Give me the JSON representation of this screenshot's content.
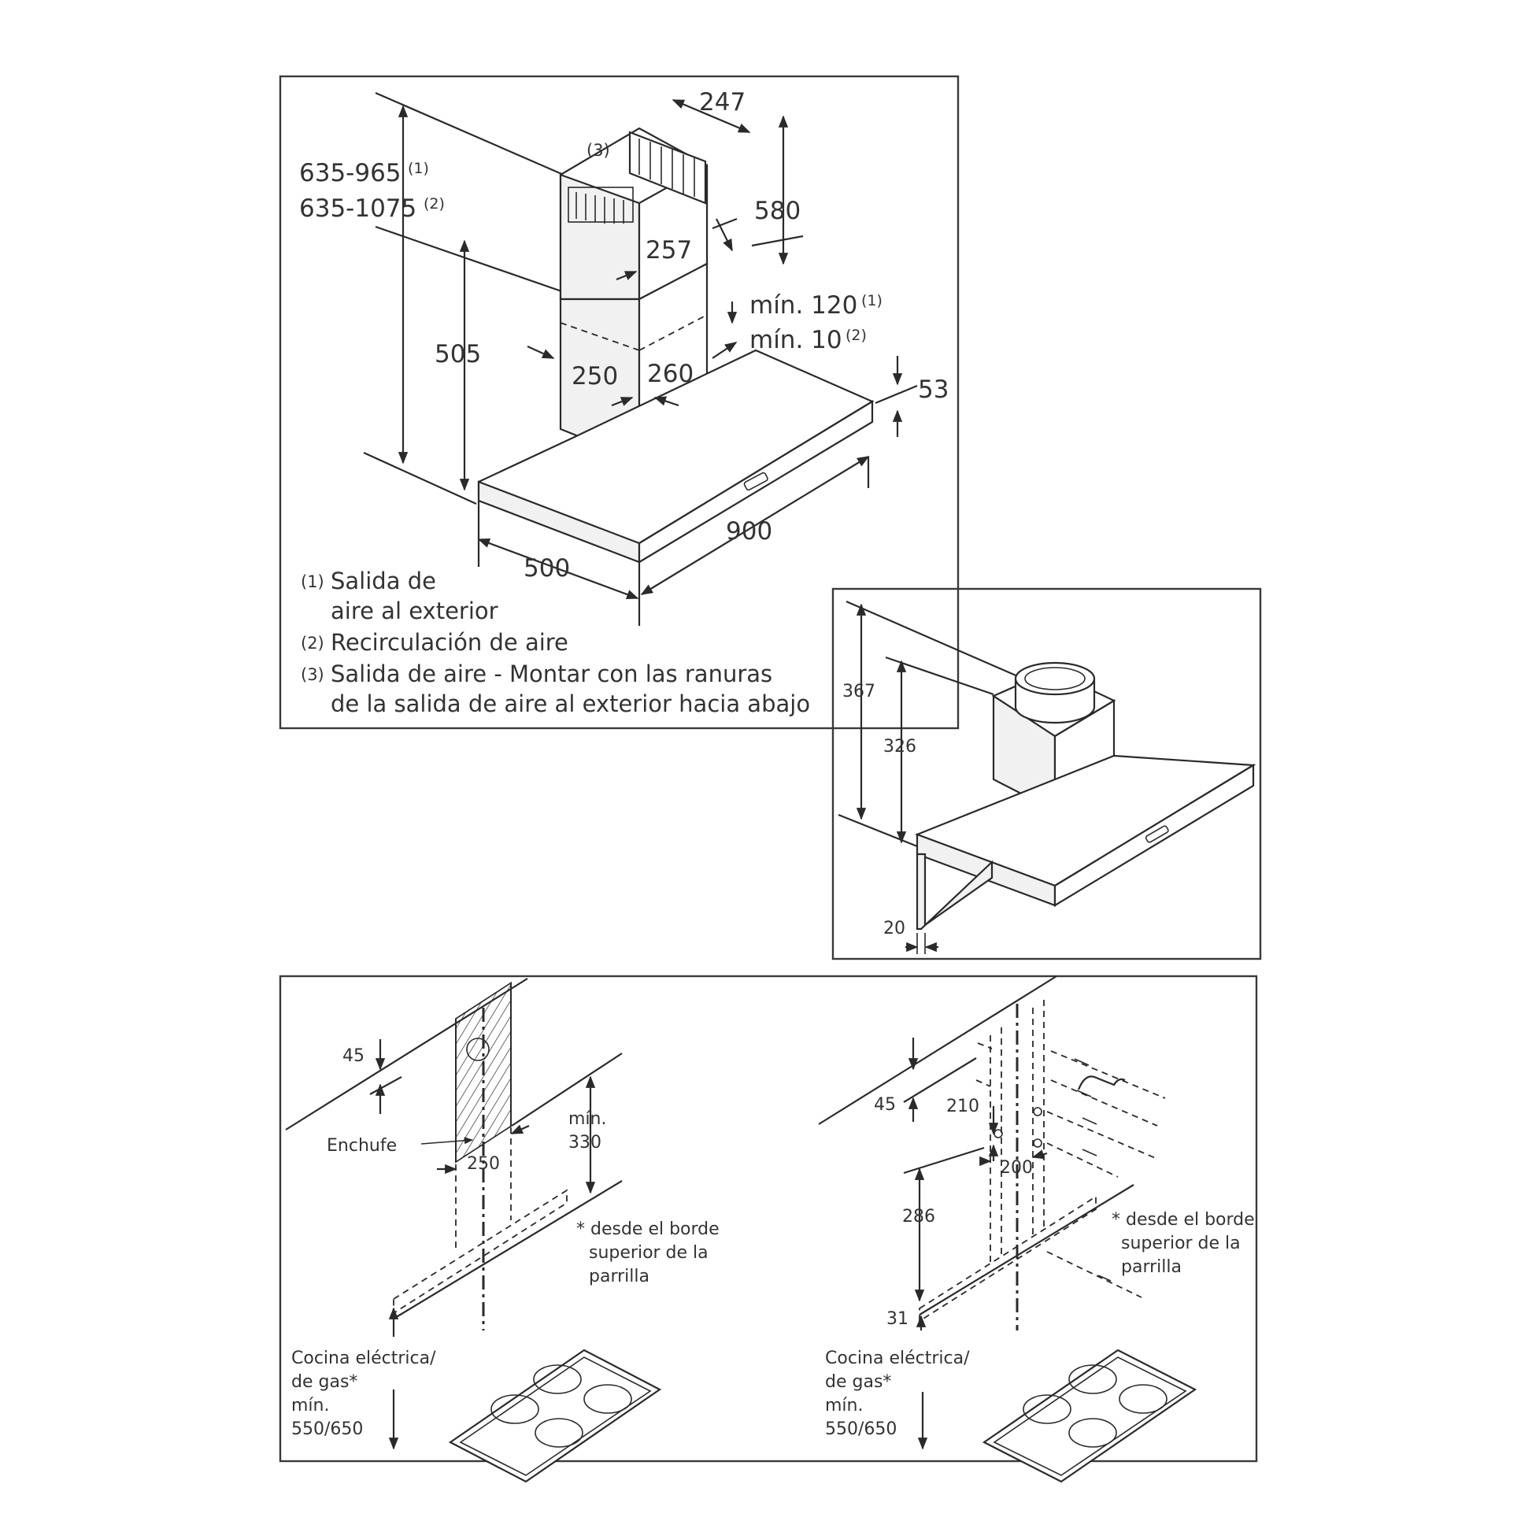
{
  "top_panel": {
    "height_range_1": "635-965",
    "height_range_1_ref": "(1)",
    "height_range_2": "635-1075",
    "height_range_2_ref": "(2)",
    "dim_247": "247",
    "dim_580": "580",
    "dim_257": "257",
    "ref_3": "(3)",
    "dim_505": "505",
    "dim_250": "250",
    "dim_260": "260",
    "min_120": "mín. 120",
    "min_120_ref": "(1)",
    "min_10": "mín. 10",
    "min_10_ref": "(2)",
    "dim_53": "53",
    "dim_900": "900",
    "dim_500": "500",
    "legend": [
      {
        "ref": "(1)",
        "line1": "Salida de",
        "line2": "aire al exterior"
      },
      {
        "ref": "(2)",
        "line1": "Recirculación de aire"
      },
      {
        "ref": "(3)",
        "line1": "Salida de aire - Montar con las ranuras",
        "line2": "de la salida de aire al exterior hacia abajo"
      }
    ]
  },
  "inset_panel": {
    "dim_367": "367",
    "dim_326": "326",
    "dim_20": "20"
  },
  "bottom_left": {
    "dim_45": "45",
    "socket_label": "Enchufe",
    "dim_250": "250",
    "min_label": "mín.",
    "min_value": "330",
    "footnote": [
      "* desde el borde",
      "superior de la",
      "parrilla"
    ],
    "cooker": [
      "Cocina eléctrica/",
      "de gas*",
      "mín.",
      "550/650"
    ]
  },
  "bottom_right": {
    "dim_45": "45",
    "dim_210": "210",
    "dim_200": "200",
    "dim_286": "286",
    "dim_31": "31",
    "footnote": [
      "* desde el borde",
      "superior de la",
      "parrilla"
    ],
    "cooker": [
      "Cocina eléctrica/",
      "de gas*",
      "mín.",
      "550/650"
    ]
  }
}
